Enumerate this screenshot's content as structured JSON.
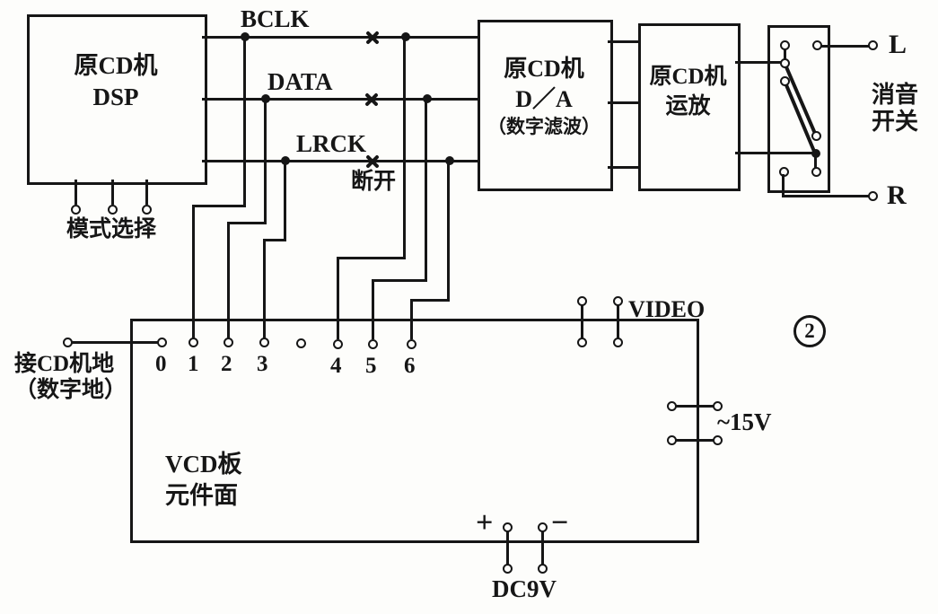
{
  "diagram": {
    "title_hint": "CD player to VCD board wiring diagram",
    "figure_number": "2",
    "blocks": {
      "dsp": {
        "line1": "原CD机",
        "line2": "DSP"
      },
      "da": {
        "line1": "原CD机",
        "line2": "D／A",
        "line3": "（数字滤波）"
      },
      "opamp": {
        "line1": "原CD机",
        "line2": "运放"
      },
      "board": {
        "line1": "VCD板",
        "line2": "元件面"
      }
    },
    "signals": {
      "bclk": "BCLK",
      "data": "DATA",
      "lrck": "LRCK"
    },
    "labels": {
      "mode_select": "模式选择",
      "disconnect": "断开",
      "mute_line1": "消音",
      "mute_line2": "开关",
      "left_out": "L",
      "right_out": "R",
      "cd_ground_line1": "接CD机地",
      "cd_ground_line2": "（数字地）",
      "video": "VIDEO",
      "ac_supply": "~15V",
      "dc_supply": "DC9V",
      "plus": "+",
      "minus": "−"
    },
    "terminal_labels": [
      "0",
      "1",
      "2",
      "3",
      "4",
      "5",
      "6"
    ]
  },
  "colors": {
    "ink": "#161616",
    "background": "#fdfdfb"
  }
}
